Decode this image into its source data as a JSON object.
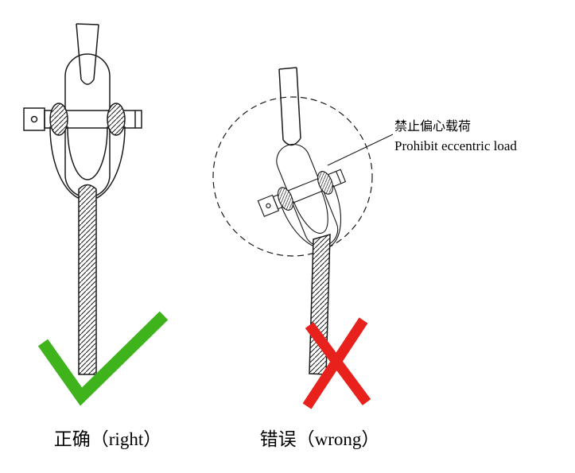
{
  "captions": {
    "right": "正确（right）",
    "wrong": "错误（wrong）"
  },
  "annotation": {
    "zh": "禁止偏心载荷",
    "en": "Prohibit eccentric load"
  },
  "colors": {
    "check_green": "#3eb31c",
    "cross_red": "#e8211d",
    "line_black": "#1a1a1a"
  },
  "icons": {
    "checkmark": "check-icon",
    "cross": "cross-icon"
  }
}
